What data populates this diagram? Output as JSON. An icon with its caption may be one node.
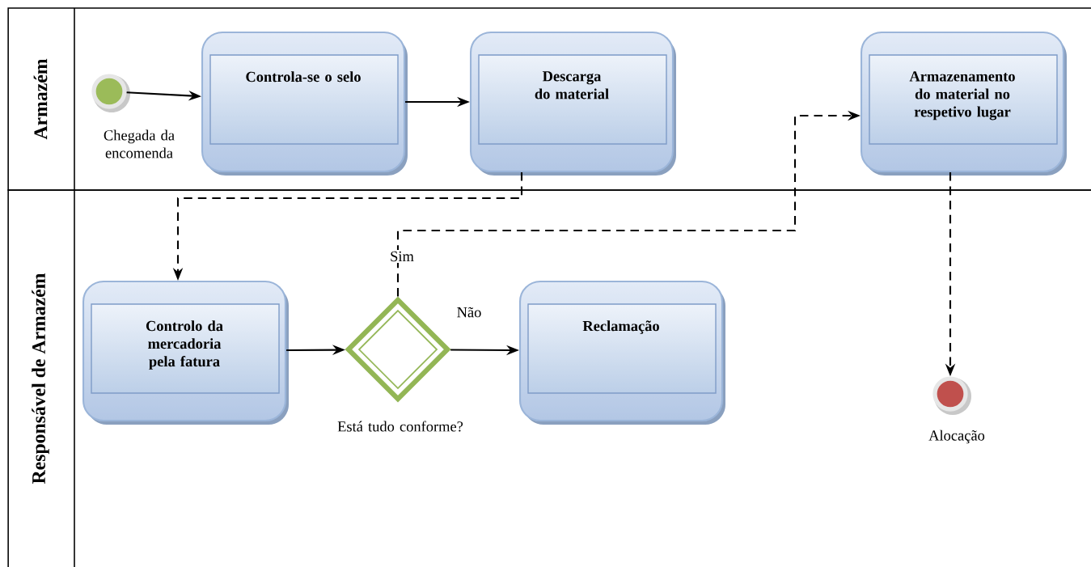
{
  "diagram": {
    "nodes": [
      {
        "text": [
          "Armazém"
        ]
      },
      {
        "text": [
          "Responsável de Armazém"
        ]
      },
      {
        "text": [],
        "shape": "circle",
        "in": 0,
        "beside": [
          "Chegada da encomenda"
        ]
      },
      {
        "text": [
          "Controla-se o selo"
        ],
        "in": 0
      },
      {
        "text": [
          "Descarga do material"
        ],
        "in": 0
      },
      {
        "text": [
          "Armazenamento do material no respetivo lugar"
        ],
        "in": 0
      },
      {
        "text": [
          "Controlo da mercadoria pela fatura"
        ],
        "in": 1
      },
      {
        "text": [],
        "shape": "diamond",
        "in": 1,
        "beside": [
          "Está tudo conforme?"
        ]
      },
      {
        "text": [
          "Reclamação"
        ],
        "in": 1
      },
      {
        "text": [],
        "shape": "circle",
        "in": 1,
        "beside": [
          "Alocação"
        ]
      }
    ],
    "edges": [
      {
        "from": 2,
        "to": 3,
        "arrow": "to"
      },
      {
        "from": 3,
        "to": 4,
        "arrow": "to"
      },
      {
        "from": 4,
        "to": 6,
        "arrow": "to",
        "style": "dashed"
      },
      {
        "from": 6,
        "to": 7,
        "arrow": "to"
      },
      {
        "from": 7,
        "to": 5,
        "arrow": "to",
        "style": "dashed",
        "label": "Sim"
      },
      {
        "from": 7,
        "to": 8,
        "arrow": "to",
        "label": "Não"
      },
      {
        "from": 5,
        "to": 9,
        "arrow": "to",
        "style": "dashed"
      }
    ]
  }
}
